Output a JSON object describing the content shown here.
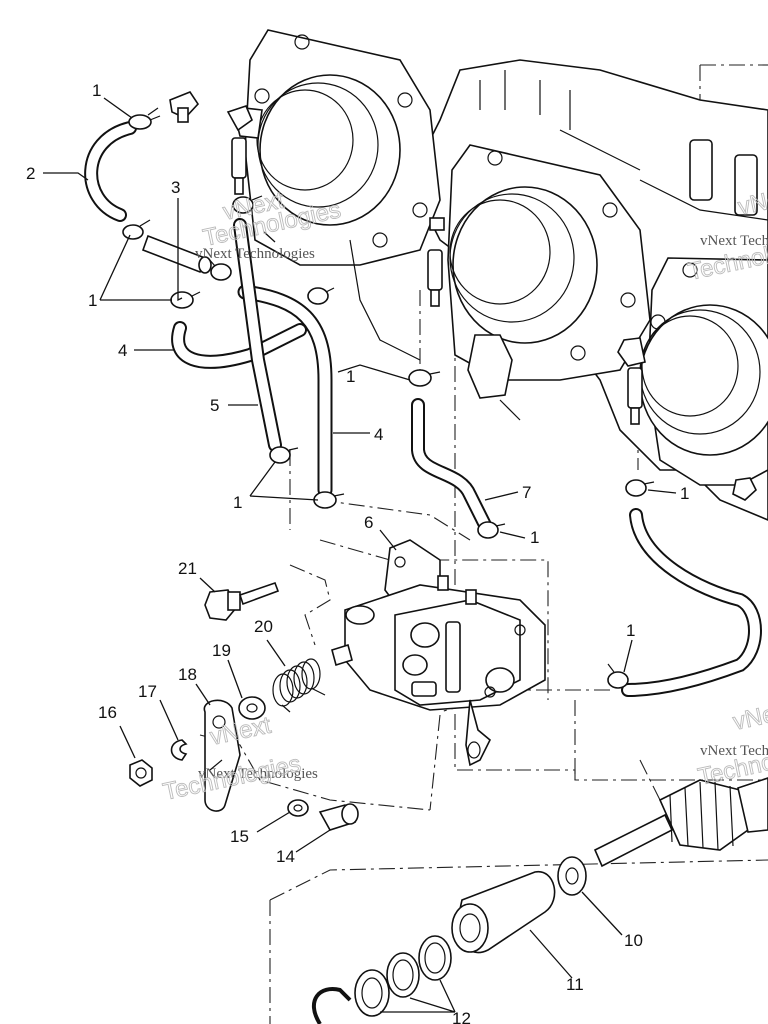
{
  "callouts": {
    "c1a": "1",
    "c1b": "1",
    "c1c": "1",
    "c1d": "1",
    "c1e": "1",
    "c1f": "1",
    "c2": "2",
    "c3": "3",
    "c4a": "4",
    "c4b": "4",
    "c5": "5",
    "c6": "6",
    "c7": "7",
    "c10": "10",
    "c11": "11",
    "c12": "12",
    "c14": "14",
    "c15": "15",
    "c16": "16",
    "c17": "17",
    "c18": "18",
    "c19": "19",
    "c20": "20",
    "c21": "21"
  },
  "watermark": {
    "line1": "vNext Technologies",
    "line2": "Technologies",
    "line3": "vNext"
  },
  "colors": {
    "ink": "#111111",
    "watermark": "#bbbbbb",
    "paper": "#ffffff"
  }
}
